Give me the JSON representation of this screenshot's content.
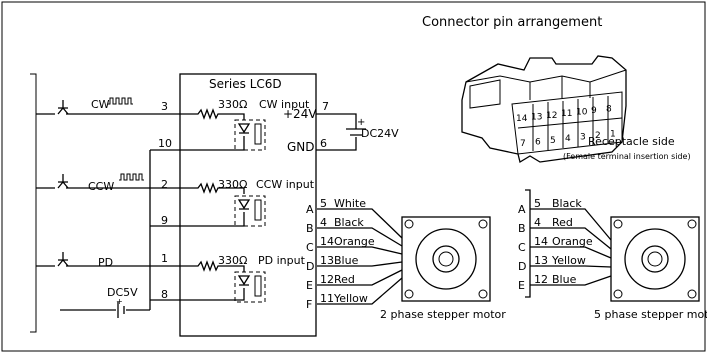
{
  "header": {
    "connector_title": "Connector pin arrangement"
  },
  "driver": {
    "title": "Series LC6D",
    "inputs": [
      {
        "pin": "3",
        "resistor": "330Ω",
        "label": "CW input",
        "return_pin": "10",
        "signal": "CW"
      },
      {
        "pin": "2",
        "resistor": "330Ω",
        "label": "CCW input",
        "return_pin": "9",
        "signal": "CCW"
      },
      {
        "pin": "1",
        "resistor": "330Ω",
        "label": "PD input",
        "return_pin": "8",
        "signal": "PD"
      }
    ],
    "power": {
      "plus_label": "+24V",
      "plus_pin": "7",
      "gnd_label": "GND",
      "gnd_pin": "6",
      "supply_label": "DC24V",
      "plus_sign": "+"
    },
    "source": {
      "label": "DC5V",
      "plus_sign": "+"
    }
  },
  "connector": {
    "top_row": [
      "14",
      "13",
      "12",
      "11",
      "10",
      "9",
      "8"
    ],
    "bottom_row": [
      "7",
      "6",
      "5",
      "4",
      "3",
      "2",
      "1"
    ],
    "side_label": "Receptacle side",
    "side_note": "(Female terminal insertion side)"
  },
  "motor2": {
    "caption": "2 phase stepper motor",
    "wires": [
      {
        "letter": "A",
        "pin": "5",
        "color": "White"
      },
      {
        "letter": "B",
        "pin": "4",
        "color": "Black"
      },
      {
        "letter": "C",
        "pin": "14",
        "color": "Orange"
      },
      {
        "letter": "D",
        "pin": "13",
        "color": "Blue"
      },
      {
        "letter": "E",
        "pin": "12",
        "color": "Red"
      },
      {
        "letter": "F",
        "pin": "11",
        "color": "Yellow"
      }
    ]
  },
  "motor5": {
    "caption": "5 phase stepper moto",
    "wires": [
      {
        "letter": "A",
        "pin": "5",
        "color": "Black"
      },
      {
        "letter": "B",
        "pin": "4",
        "color": "Red"
      },
      {
        "letter": "C",
        "pin": "14",
        "color": "Orange"
      },
      {
        "letter": "D",
        "pin": "13",
        "color": "Yellow"
      },
      {
        "letter": "E",
        "pin": "12",
        "color": "Blue"
      }
    ]
  }
}
